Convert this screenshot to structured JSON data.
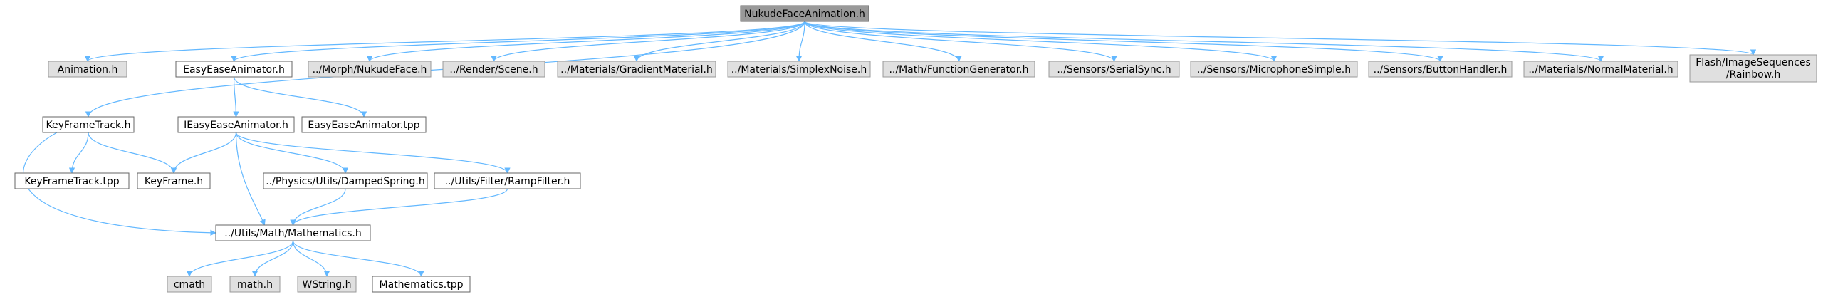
{
  "diagram": {
    "colors": {
      "edge": "#63b8ff",
      "root_fill": "#999999",
      "external_fill": "#e0e0e0",
      "internal_fill": "#ffffff"
    },
    "nodes": [
      {
        "id": "root",
        "label": "NukudeFaceAnimation.h",
        "kind": "root"
      },
      {
        "id": "animation",
        "label": "Animation.h",
        "kind": "external"
      },
      {
        "id": "easyease",
        "label": "EasyEaseAnimator.h",
        "kind": "internal"
      },
      {
        "id": "morph",
        "label": "../Morph/NukudeFace.h",
        "kind": "external"
      },
      {
        "id": "scene",
        "label": "../Render/Scene.h",
        "kind": "external"
      },
      {
        "id": "gradient",
        "label": "../Materials/GradientMaterial.h",
        "kind": "external"
      },
      {
        "id": "simplex",
        "label": "../Materials/SimplexNoise.h",
        "kind": "external"
      },
      {
        "id": "funcgen",
        "label": "../Math/FunctionGenerator.h",
        "kind": "external"
      },
      {
        "id": "serialsync",
        "label": "../Sensors/SerialSync.h",
        "kind": "external"
      },
      {
        "id": "microphone",
        "label": "../Sensors/MicrophoneSimple.h",
        "kind": "external"
      },
      {
        "id": "button",
        "label": "../Sensors/ButtonHandler.h",
        "kind": "external"
      },
      {
        "id": "normal",
        "label": "../Materials/NormalMaterial.h",
        "kind": "external"
      },
      {
        "id": "rainbow",
        "label": "Flash/ImageSequences",
        "label2": "/Rainbow.h",
        "kind": "external"
      },
      {
        "id": "keyframetrack",
        "label": "KeyFrameTrack.h",
        "kind": "internal"
      },
      {
        "id": "ieasyease",
        "label": "IEasyEaseAnimator.h",
        "kind": "internal"
      },
      {
        "id": "easyeasetpp",
        "label": "EasyEaseAnimator.tpp",
        "kind": "internal"
      },
      {
        "id": "keyframetracktpp",
        "label": "KeyFrameTrack.tpp",
        "kind": "internal"
      },
      {
        "id": "keyframe",
        "label": "KeyFrame.h",
        "kind": "internal"
      },
      {
        "id": "damped",
        "label": "../Physics/Utils/DampedSpring.h",
        "kind": "internal"
      },
      {
        "id": "ramp",
        "label": "../Utils/Filter/RampFilter.h",
        "kind": "internal"
      },
      {
        "id": "mathematics",
        "label": "../Utils/Math/Mathematics.h",
        "kind": "internal"
      },
      {
        "id": "cmath",
        "label": "cmath",
        "kind": "external"
      },
      {
        "id": "mathh",
        "label": "math.h",
        "kind": "external"
      },
      {
        "id": "wstring",
        "label": "WString.h",
        "kind": "external"
      },
      {
        "id": "mathtpp",
        "label": "Mathematics.tpp",
        "kind": "internal"
      }
    ],
    "edges": [
      [
        "root",
        "animation"
      ],
      [
        "root",
        "easyease"
      ],
      [
        "root",
        "morph"
      ],
      [
        "root",
        "scene"
      ],
      [
        "root",
        "gradient"
      ],
      [
        "root",
        "simplex"
      ],
      [
        "root",
        "funcgen"
      ],
      [
        "root",
        "serialsync"
      ],
      [
        "root",
        "microphone"
      ],
      [
        "root",
        "button"
      ],
      [
        "root",
        "normal"
      ],
      [
        "root",
        "rainbow"
      ],
      [
        "root",
        "keyframetrack"
      ],
      [
        "easyease",
        "ieasyease"
      ],
      [
        "easyease",
        "easyeasetpp"
      ],
      [
        "keyframetrack",
        "keyframetracktpp"
      ],
      [
        "keyframetrack",
        "keyframe"
      ],
      [
        "keyframetrack",
        "mathematics"
      ],
      [
        "ieasyease",
        "keyframe"
      ],
      [
        "ieasyease",
        "mathematics"
      ],
      [
        "ieasyease",
        "damped"
      ],
      [
        "ieasyease",
        "ramp"
      ],
      [
        "damped",
        "mathematics"
      ],
      [
        "ramp",
        "mathematics"
      ],
      [
        "mathematics",
        "cmath"
      ],
      [
        "mathematics",
        "mathh"
      ],
      [
        "mathematics",
        "wstring"
      ],
      [
        "mathematics",
        "mathtpp"
      ]
    ]
  }
}
